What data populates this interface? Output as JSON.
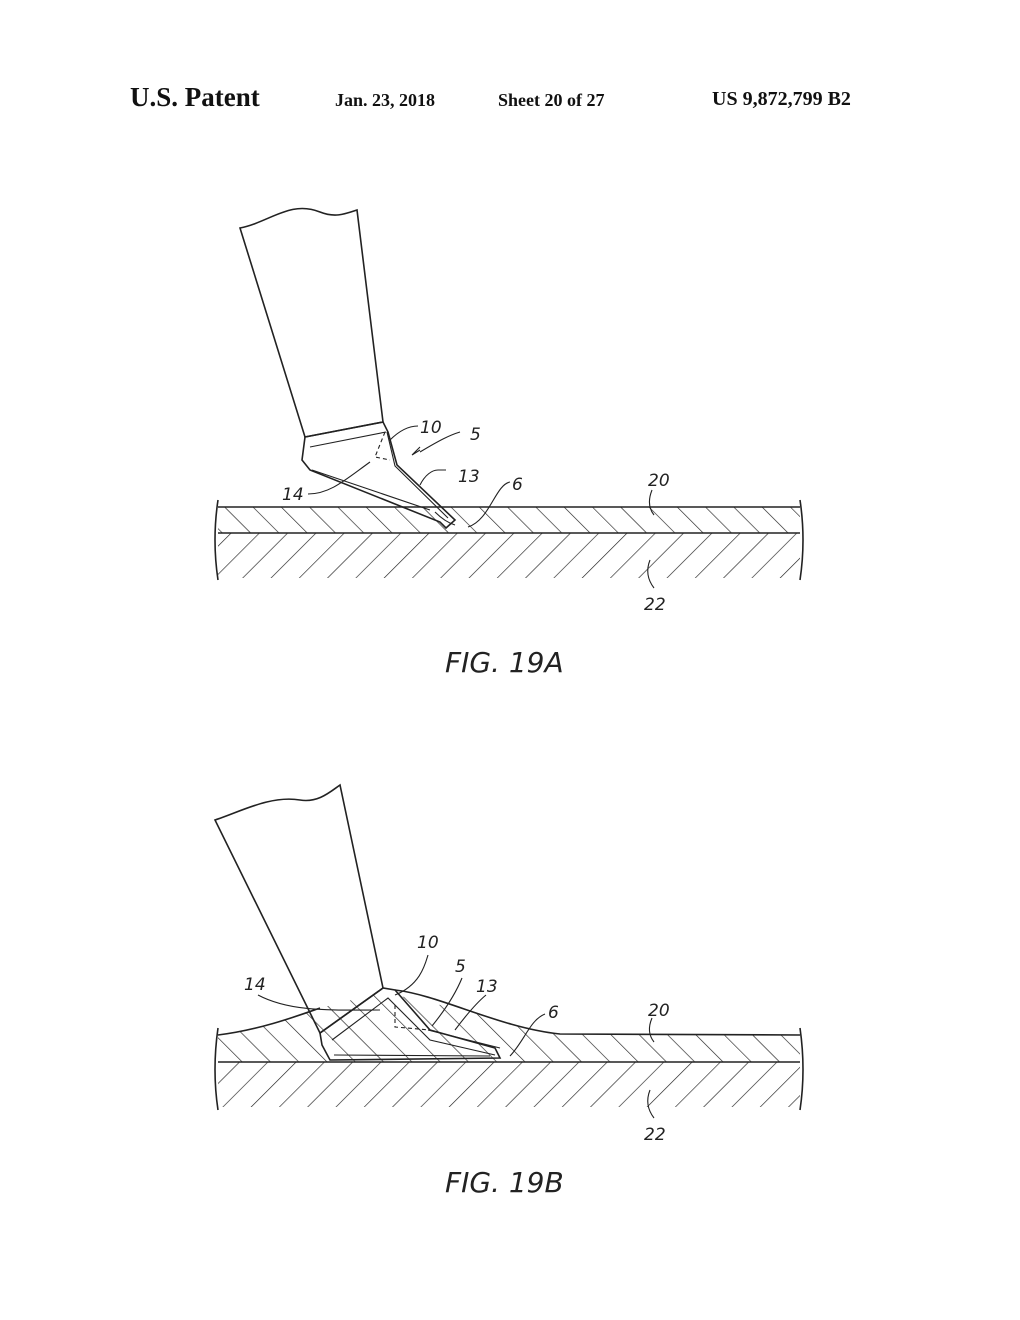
{
  "header": {
    "title": "U.S. Patent",
    "date": "Jan. 23, 2018",
    "sheet": "Sheet 20 of 27",
    "patent_number": "US 9,872,799 B2"
  },
  "figures": [
    {
      "caption": "FIG. 19A",
      "labels": {
        "l10": "10",
        "l5": "5",
        "l13": "13",
        "l6": "6",
        "l14": "14",
        "l20": "20",
        "l22": "22"
      }
    },
    {
      "caption": "FIG. 19B",
      "labels": {
        "l10": "10",
        "l5": "5",
        "l13": "13",
        "l6": "6",
        "l14": "14",
        "l20": "20",
        "l22": "22"
      }
    }
  ]
}
